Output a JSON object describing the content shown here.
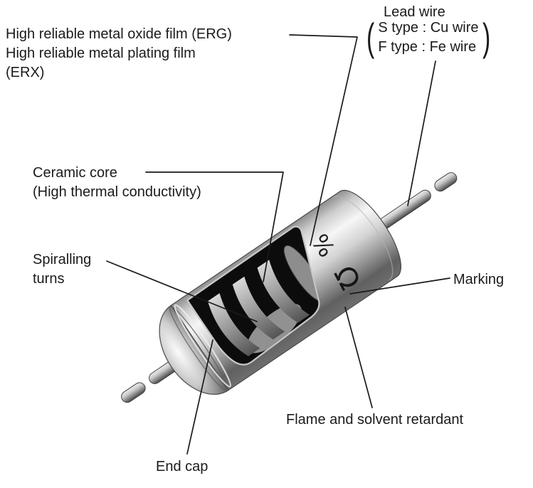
{
  "labels": {
    "film_line1": "High reliable metal oxide film (ERG)",
    "film_line2": "High reliable metal plating film",
    "film_line3": "(ERX)",
    "lead_wire_title": "Lead wire",
    "lead_wire_paren_open": "(",
    "lead_wire_s_type": "S type : Cu wire",
    "lead_wire_f_type": "F type : Fe wire",
    "lead_wire_paren_close": ")",
    "ceramic_core_line1": "Ceramic core",
    "ceramic_core_line2": "(High thermal conductivity)",
    "spiralling_line1": "Spiralling",
    "spiralling_line2": "turns",
    "marking": "Marking",
    "flame_retardant": "Flame and solvent retardant",
    "end_cap": "End cap"
  },
  "resistor": {
    "marking_percent": "%",
    "marking_ohm": "Ω"
  },
  "colors": {
    "background": "#ffffff",
    "text": "#1b1b1b",
    "leader_line": "#1a1a1a",
    "body_highlight": "#f6f6f6",
    "body_shadow": "#636363",
    "interior": "#0c0c0c"
  }
}
